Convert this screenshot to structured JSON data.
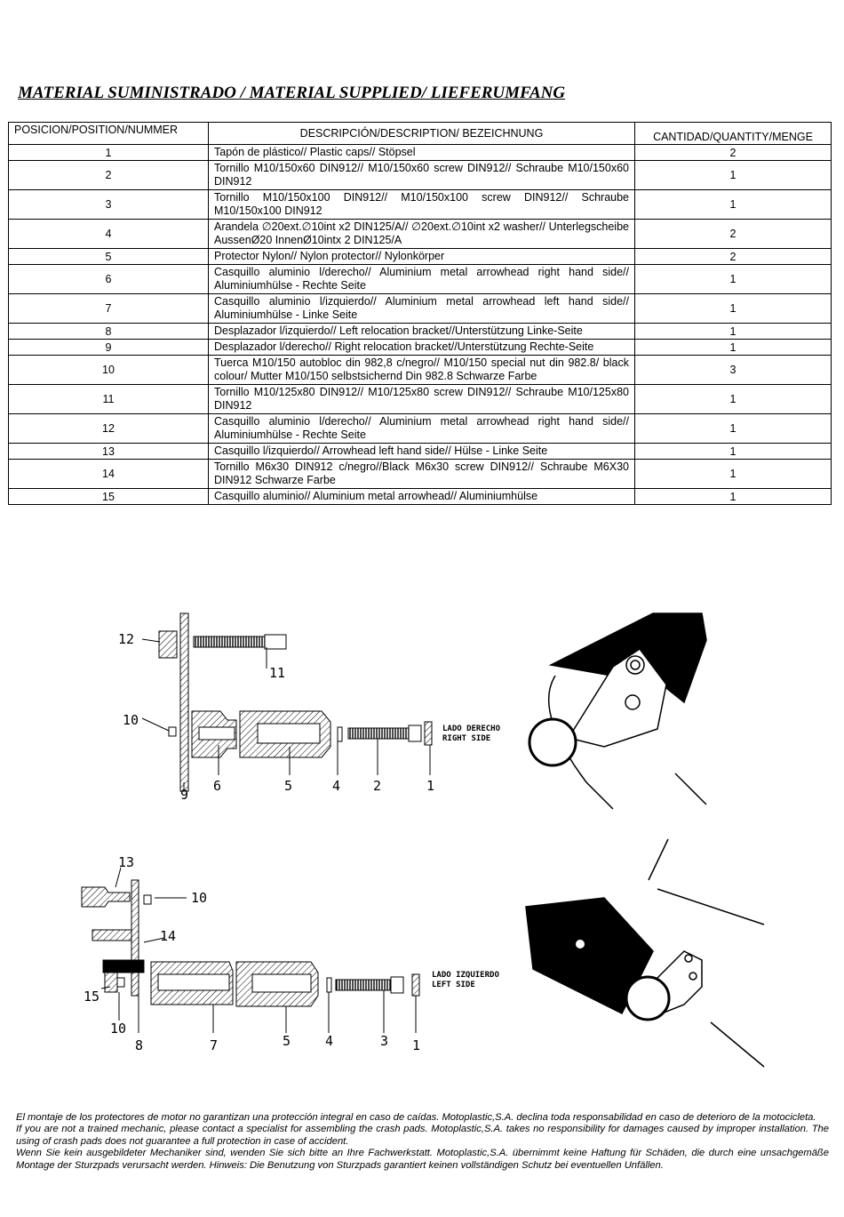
{
  "title": "MATERIAL SUMINISTRADO / MATERIAL SUPPLIED/ LIEFERUMFANG",
  "table": {
    "headers": [
      "POSICION/POSITION/NUMMER",
      "DESCRIPCIÓN/DESCRIPTION/ BEZEICHNUNG",
      "CANTIDAD/QUANTITY/MENGE"
    ],
    "rows": [
      {
        "pos": "1",
        "desc": "Tapón de plástico// Plastic caps// Stöpsel",
        "qty": "2"
      },
      {
        "pos": "2",
        "desc": "Tornillo M10/150x60 DIN912// M10/150x60 screw DIN912// Schraube M10/150x60 DIN912",
        "qty": "1"
      },
      {
        "pos": "3",
        "desc": "Tornillo M10/150x100 DIN912// M10/150x100 screw DIN912// Schraube M10/150x100 DIN912",
        "qty": "1"
      },
      {
        "pos": "4",
        "desc": "Arandela ∅20ext.∅10int x2 DIN125/A// ∅20ext.∅10int x2 washer// Unterlegscheibe AussenØ20 InnenØ10intx 2 DIN125/A",
        "qty": "2"
      },
      {
        "pos": "5",
        "desc": "Protector Nylon// Nylon protector// Nylonkörper",
        "qty": "2"
      },
      {
        "pos": "6",
        "desc": "Casquillo aluminio l/derecho// Aluminium metal arrowhead right hand side// Aluminiumhülse - Rechte Seite",
        "qty": "1"
      },
      {
        "pos": "7",
        "desc": "Casquillo aluminio l/izquierdo// Aluminium metal arrowhead left hand side// Aluminiumhülse - Linke Seite",
        "qty": "1"
      },
      {
        "pos": "8",
        "desc": "Desplazador l/izquierdo// Left relocation bracket//Unterstützung Linke-Seite",
        "qty": "1"
      },
      {
        "pos": "9",
        "desc": "Desplazador l/derecho// Right relocation bracket//Unterstützung Rechte-Seite",
        "qty": "1"
      },
      {
        "pos": "10",
        "desc": "Tuerca M10/150 autobloc din 982,8 c/negro// M10/150 special nut din 982.8/ black colour/ Mutter M10/150 selbstsichernd Din 982.8 Schwarze Farbe",
        "qty": "3"
      },
      {
        "pos": "11",
        "desc": "Tornillo M10/125x80 DIN912// M10/125x80 screw DIN912// Schraube M10/125x80 DIN912",
        "qty": "1"
      },
      {
        "pos": "12",
        "desc": "Casquillo aluminio l/derecho// Aluminium metal arrowhead right hand side// Aluminiumhülse - Rechte Seite",
        "qty": "1"
      },
      {
        "pos": "13",
        "desc": "Casquillo l/izquierdo// Arrowhead left hand side// Hülse - Linke Seite",
        "qty": "1"
      },
      {
        "pos": "14",
        "desc": "Tornillo M6x30 DIN912 c/negro//Black M6x30 screw DIN912// Schraube M6X30 DIN912 Schwarze Farbe",
        "qty": "1"
      },
      {
        "pos": "15",
        "desc": "Casquillo aluminio// Aluminium metal arrowhead// Aluminiumhülse",
        "qty": "1"
      }
    ]
  },
  "diagram": {
    "right": {
      "side_label_1": "LADO DERECHO",
      "side_label_2": "RIGHT SIDE",
      "callouts": [
        "12",
        "11",
        "10",
        "9",
        "6",
        "5",
        "4",
        "2",
        "1"
      ]
    },
    "left": {
      "side_label_1": "LADO IZQUIERDO",
      "side_label_2": "LEFT SIDE",
      "callouts": [
        "13",
        "10",
        "14",
        "15",
        "10",
        "8",
        "7",
        "5",
        "4",
        "3",
        "1"
      ]
    }
  },
  "disclaimer": [
    "El montaje de los protectores de motor no garantizan una protección integral en caso de caídas. Motoplastic,S.A. declina toda responsabilidad en caso de deterioro de la motocicleta.",
    "If you are not a trained mechanic, please contact a specialist for assembling the crash pads. Motoplastic,S.A. takes no responsibility for damages caused by improper installation. The using of crash pads does not guarantee a full protection in case of accident.",
    "Wenn Sie kein ausgebildeter Mechaniker sind, wenden Sie sich bitte an Ihre Fachwerkstatt. Motoplastic,S.A. übernimmt keine Haftung für Schäden, die durch eine unsachgemäße Montage der Sturzpads verursacht werden. Hinweis: Die Benutzung von Sturzpads garantiert keinen vollständigen Schutz bei eventuellen Unfällen."
  ]
}
